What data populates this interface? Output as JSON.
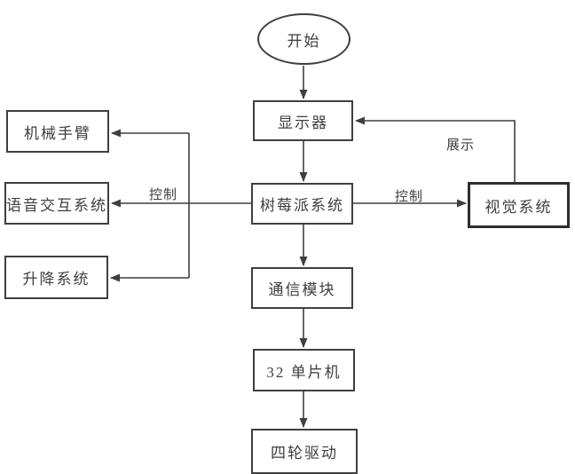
{
  "diagram": {
    "background": "#ffffff",
    "line_color": "#3f3f3f",
    "text_color": "#3d3d45",
    "nodes": {
      "start": {
        "label": "开始",
        "shape": "ellipse"
      },
      "display": {
        "label": "显示器",
        "shape": "rect"
      },
      "raspi": {
        "label": "树莓派系统",
        "shape": "rect"
      },
      "comm": {
        "label": "通信模块",
        "shape": "rect"
      },
      "mcu": {
        "label": "32 单片机",
        "shape": "rect"
      },
      "drive": {
        "label": "四轮驱动",
        "shape": "rect"
      },
      "arm": {
        "label": "机械手臂",
        "shape": "rect"
      },
      "voice": {
        "label": "语音交互系统",
        "shape": "rect"
      },
      "lift": {
        "label": "升降系统",
        "shape": "rect"
      },
      "vision": {
        "label": "视觉系统",
        "shape": "rect-bold"
      }
    },
    "edge_labels": {
      "control_left": "控制",
      "control_right": "控制",
      "show": "展示"
    },
    "edges": [
      {
        "from": "start",
        "to": "display",
        "label": ""
      },
      {
        "from": "display",
        "to": "raspi",
        "label": ""
      },
      {
        "from": "raspi",
        "to": "comm",
        "label": ""
      },
      {
        "from": "comm",
        "to": "mcu",
        "label": ""
      },
      {
        "from": "mcu",
        "to": "drive",
        "label": ""
      },
      {
        "from": "raspi",
        "to": "vision",
        "label": "控制"
      },
      {
        "from": "vision",
        "to": "display",
        "label": "展示"
      },
      {
        "from": "raspi",
        "to": "voice",
        "label": "控制"
      },
      {
        "from": "raspi",
        "to": "arm",
        "label": "控制"
      },
      {
        "from": "raspi",
        "to": "lift",
        "label": "控制"
      }
    ]
  }
}
